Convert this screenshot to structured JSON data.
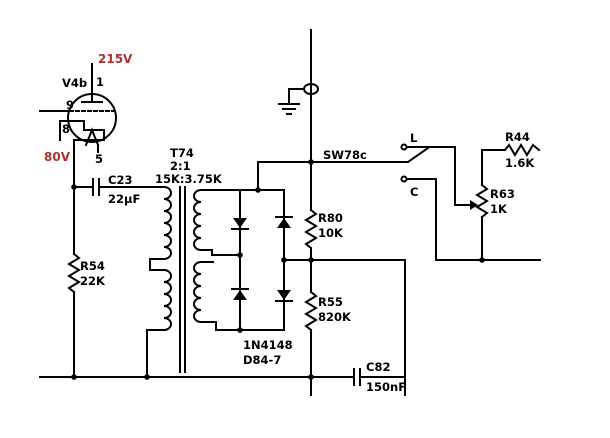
{
  "colors": {
    "voltage": "#b03030",
    "wire": "#000000"
  },
  "tube": {
    "name": "V4b",
    "pin_grid": "9",
    "pin_cathode": "8",
    "pin_heater": "5",
    "pin_plate": "1"
  },
  "voltages": {
    "plate": "215V",
    "cathode": "80V"
  },
  "c23": {
    "name": "C23",
    "value": "22µF"
  },
  "r54": {
    "name": "R54",
    "value": "22K"
  },
  "t74": {
    "name": "T74",
    "ratio": "2:1",
    "impedance": "15K:3.75K"
  },
  "diodes": {
    "part": "1N4148",
    "ref": "D84-7"
  },
  "r80": {
    "name": "R80",
    "value": "10K"
  },
  "r55": {
    "name": "R55",
    "value": "820K"
  },
  "c82": {
    "name": "C82",
    "value": "150nF"
  },
  "sw78": {
    "name": "SW78c",
    "pos_l": "L",
    "pos_c": "C"
  },
  "r44": {
    "name": "R44",
    "value": "1.6K"
  },
  "r63": {
    "name": "R63",
    "value": "1K"
  }
}
